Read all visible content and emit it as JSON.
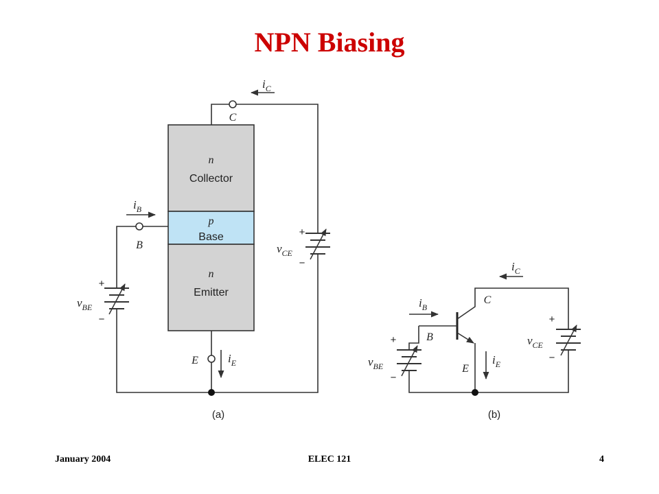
{
  "slide": {
    "title": "NPN Biasing",
    "footer": {
      "left": "January 2004",
      "center": "ELEC 121",
      "right": "4"
    }
  },
  "diagram_a": {
    "caption": "(a)",
    "regions": [
      {
        "type": "n",
        "name": "Collector"
      },
      {
        "type": "p",
        "name": "Base"
      },
      {
        "type": "n",
        "name": "Emitter"
      }
    ],
    "terminals": {
      "collector": "C",
      "base": "B",
      "emitter": "E"
    },
    "currents": {
      "collector": {
        "main": "i",
        "sub": "C"
      },
      "base": {
        "main": "i",
        "sub": "B"
      },
      "emitter": {
        "main": "i",
        "sub": "E"
      }
    },
    "sources": {
      "vbe": {
        "main": "v",
        "sub": "BE",
        "plus": "+",
        "minus": "−"
      },
      "vce": {
        "main": "v",
        "sub": "CE",
        "plus": "+",
        "minus": "−"
      }
    },
    "colors": {
      "n_region": "#d3d3d3",
      "p_region": "#bfe3f5"
    }
  },
  "diagram_b": {
    "caption": "(b)",
    "terminals": {
      "collector": "C",
      "base": "B",
      "emitter": "E"
    },
    "currents": {
      "collector": {
        "main": "i",
        "sub": "C"
      },
      "base": {
        "main": "i",
        "sub": "B"
      },
      "emitter": {
        "main": "i",
        "sub": "E"
      }
    },
    "sources": {
      "vbe": {
        "main": "v",
        "sub": "BE",
        "plus": "+",
        "minus": "−"
      },
      "vce": {
        "main": "v",
        "sub": "CE",
        "plus": "+",
        "minus": "−"
      }
    }
  }
}
